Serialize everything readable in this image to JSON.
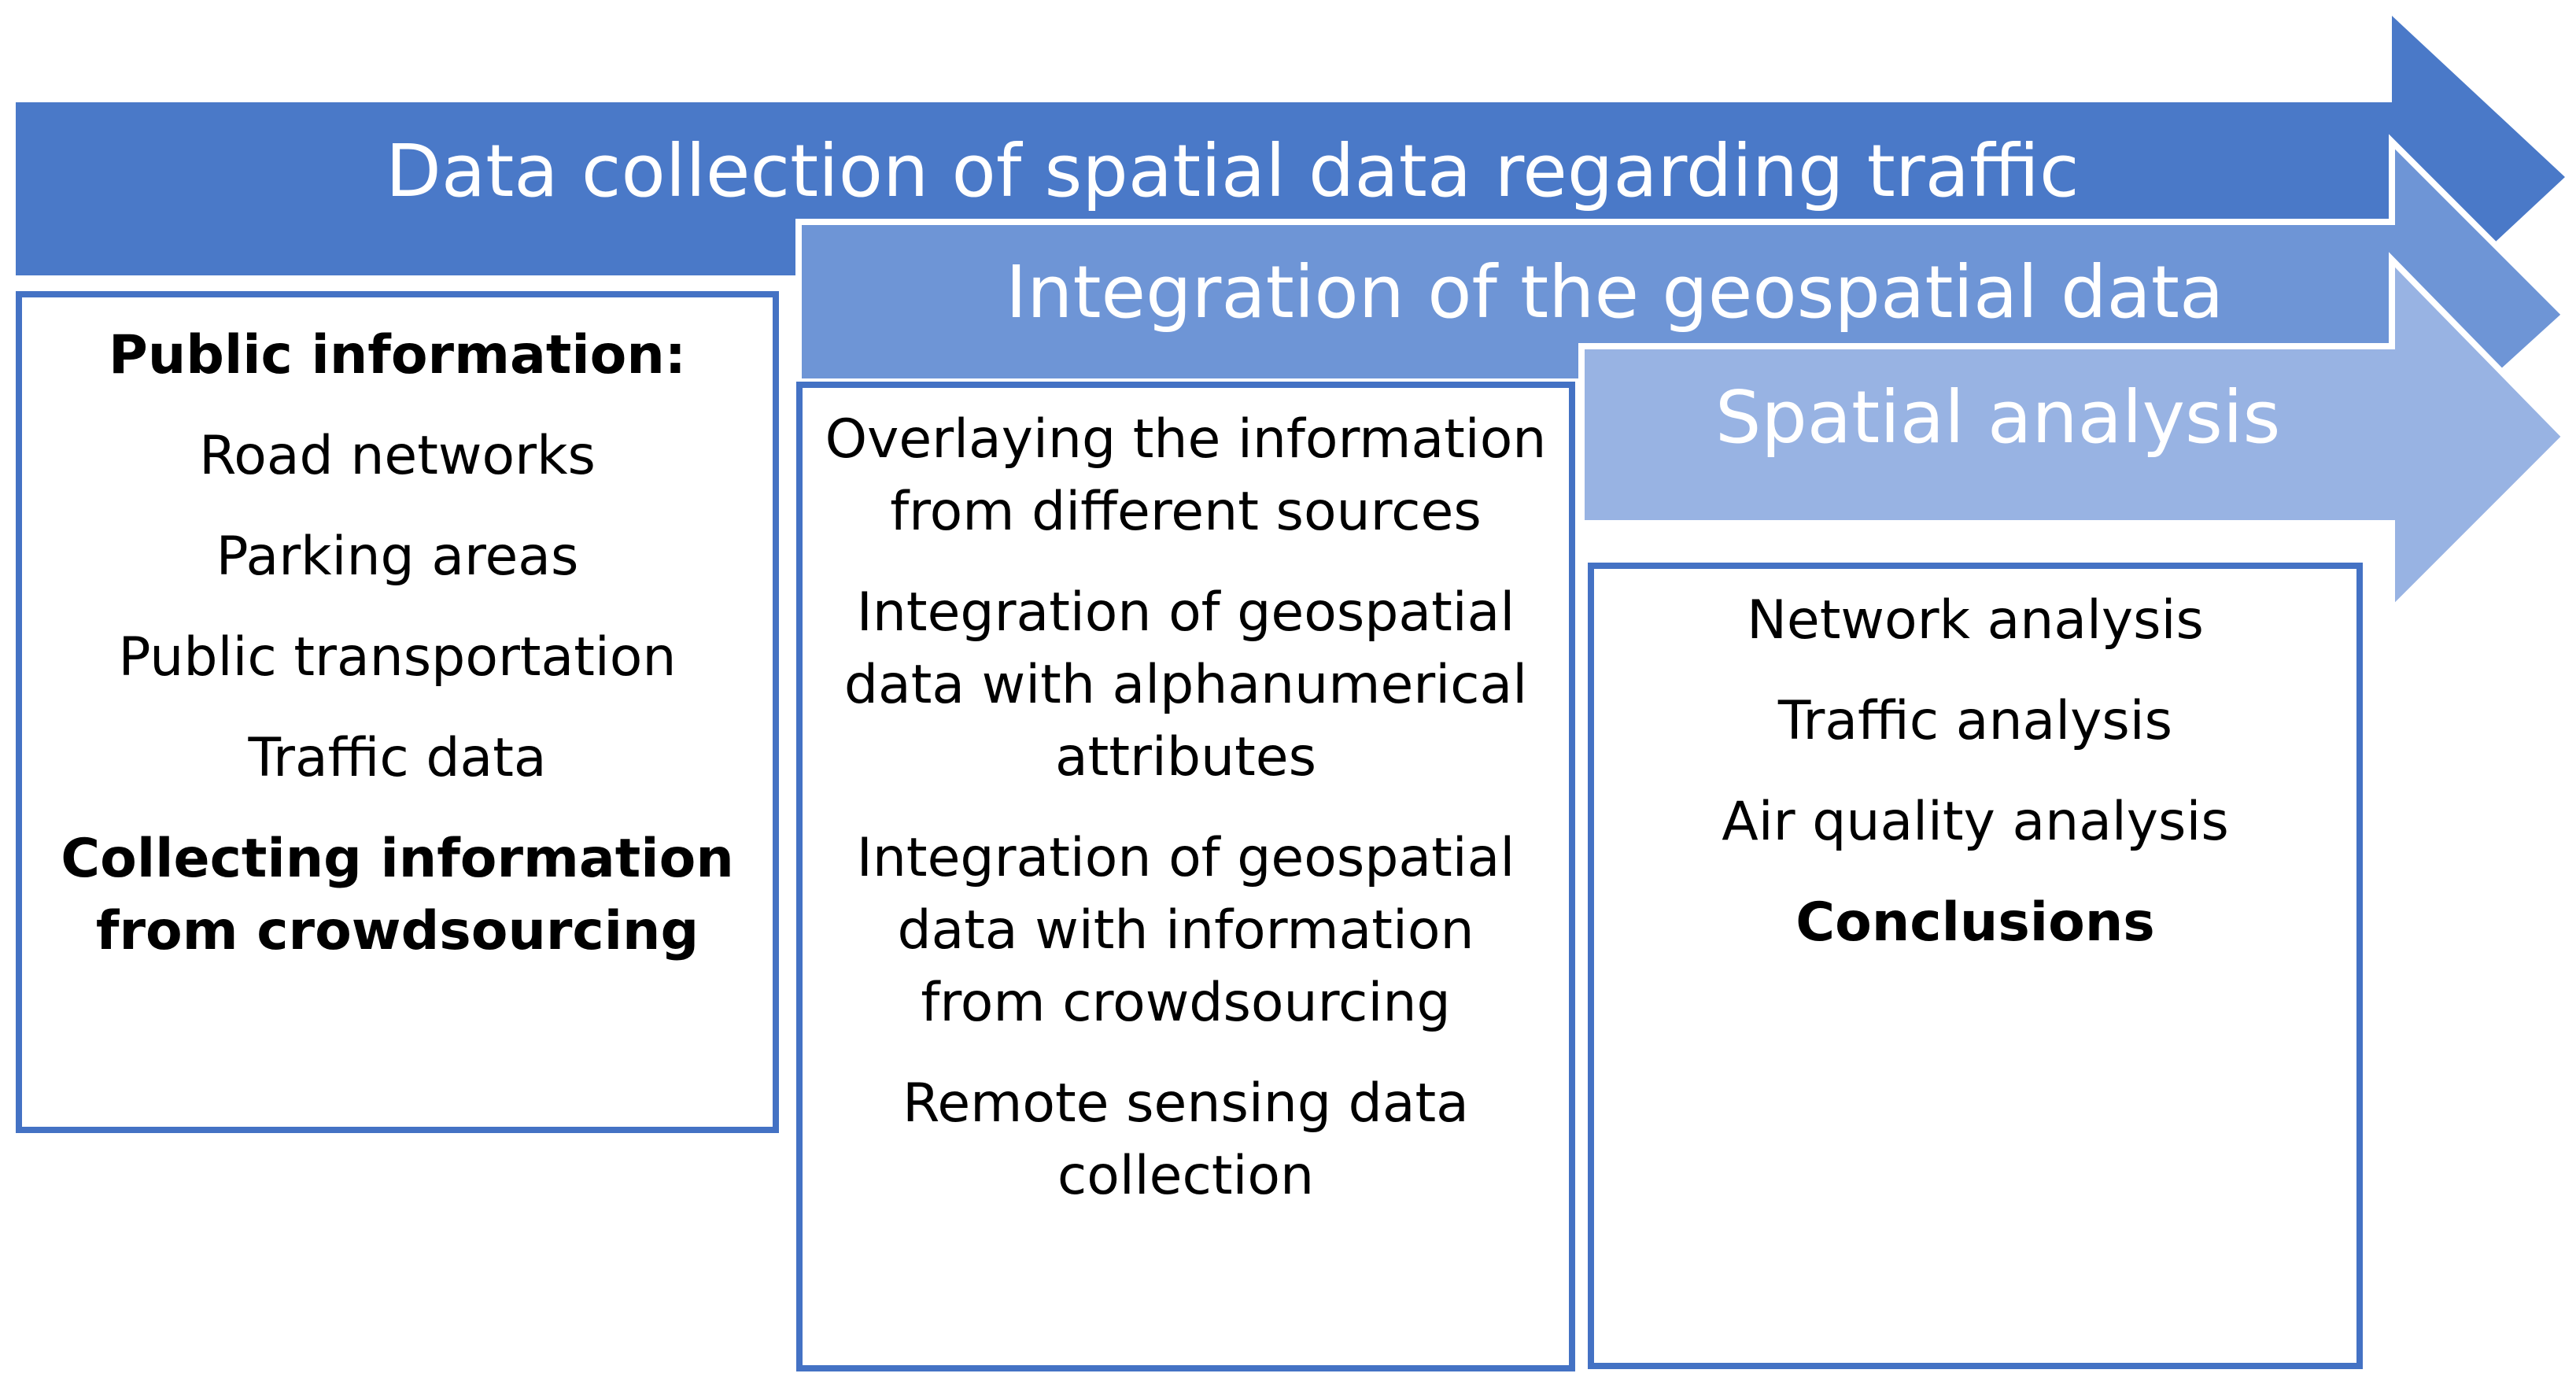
{
  "arrows": [
    {
      "id": "arrow-1",
      "label": "Data collection of spatial data regarding traffic",
      "color": "#4a79c8"
    },
    {
      "id": "arrow-2",
      "label": "Integration of the geospatial data",
      "color": "#6e95d6"
    },
    {
      "id": "arrow-3",
      "label": "Spatial analysis",
      "color": "#98b3e3"
    }
  ],
  "left_box": {
    "title": "Public information:",
    "items": [
      "Road networks",
      "Parking areas",
      "Public transportation",
      "Traffic data"
    ],
    "crowd_line1": "Collecting information",
    "crowd_line2": "from  crowdsourcing"
  },
  "middle_box": {
    "groups": [
      [
        "Overlaying the information",
        "from different sources"
      ],
      [
        "Integration of geospatial",
        "data with alphanumerical",
        "attributes"
      ],
      [
        "Integration of geospatial",
        "data with information",
        "from crowdsourcing"
      ],
      [
        "Remote sensing data",
        "collection"
      ]
    ]
  },
  "right_box": {
    "items": [
      "Network analysis",
      "Traffic analysis",
      "Air quality analysis"
    ],
    "conclusion": "Conclusions"
  },
  "colors": {
    "border": "#4472c4",
    "text": "#000000",
    "arrow_text": "#ffffff"
  }
}
